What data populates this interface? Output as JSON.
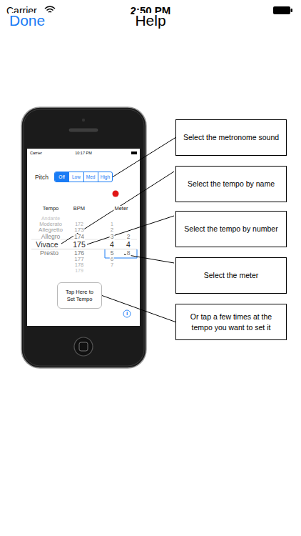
{
  "diagram": {
    "nodes": [
      {
        "text": [
          "Select the metronome sound"
        ]
      },
      {
        "text": [
          "Off",
          "Low",
          "Med",
          "High"
        ]
      },
      {
        "text": [
          "Select the tempo by name"
        ]
      },
      {
        "text": [
          "Select the tempo by number"
        ]
      },
      {
        "text": [
          "Select the meter"
        ]
      },
      {
        "text": [
          "Tap Here to Set Tempo"
        ]
      },
      {
        "text": [
          "Or tap a few times at the tempo you want to set it"
        ]
      }
    ],
    "edges": [
      {
        "from": 1,
        "to": 0,
        "arrow": "none"
      },
      {
        "from": 5,
        "to": 6,
        "arrow": "none"
      }
    ],
    "labels": [
      "Carrier",
      "2:50 PM",
      "Done",
      "Help",
      "Carrier",
      "10:17 PM",
      "Pitch",
      "Tempo",
      "BPM",
      "Meter",
      "Andante",
      "Moderato",
      "Allegretto",
      "Allegro",
      "Vivace",
      "Presto",
      "172",
      "173",
      "174",
      "175",
      "176",
      "177",
      "178",
      "179",
      "1",
      "2",
      "3",
      "4",
      "5",
      "6",
      "7",
      "2",
      "4",
      "8",
      "i"
    ]
  }
}
